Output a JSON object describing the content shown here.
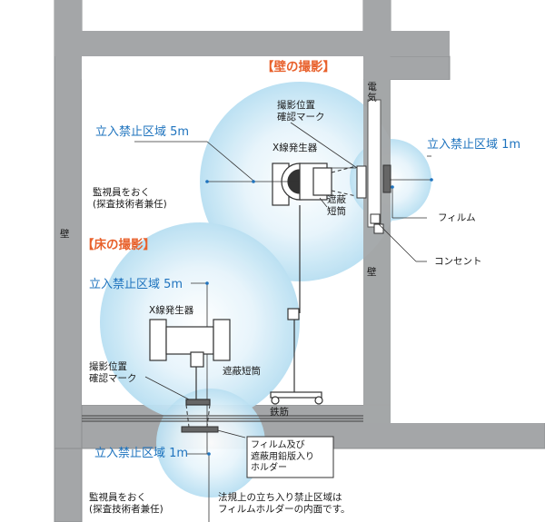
{
  "wall_section": {
    "heading": "【壁の撮影】",
    "zone_5m": "立入禁止区域 5m",
    "zone_1m": "立入禁止区域 1m",
    "confirm_mark": "撮影位置\n確認マーク",
    "xray_generator": "X線発生器",
    "shield_tube": "遮蔽\n短筒",
    "monitor": "監視員をおく\n(探査技術者兼任)",
    "electric": "電気",
    "film": "フィルム",
    "outlet": "コンセント",
    "wall": "壁"
  },
  "floor_section": {
    "heading": "【床の撮影】",
    "zone_5m": "立入禁止区域 5m",
    "zone_1m": "立入禁止区域 1m",
    "xray_generator": "X線発生器",
    "confirm_mark": "撮影位置\n確認マーク",
    "shield_tube": "遮蔽短筒",
    "rebar": "鉄筋",
    "film_holder": "フィルム及び\n遮蔽用鉛版入り\nホルダー",
    "monitor": "監視員をおく\n(探査技術者兼任)",
    "legal_note": "法規上の立ち入り禁止区域は\nフィルムホルダーの内面です。"
  },
  "left_wall": "壁",
  "colors": {
    "wall": "#a4a6a8",
    "zone": "#c8e6f4",
    "accent_blue": "#1e73be",
    "heading_orange": "#e8612c"
  }
}
